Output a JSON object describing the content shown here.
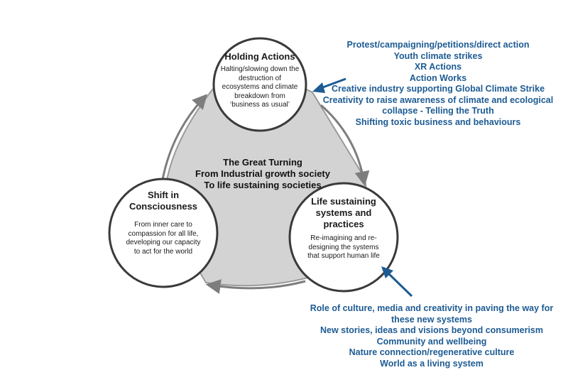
{
  "center": {
    "lines": [
      "The Great Turning",
      "From Industrial growth society",
      "To life sustaining societies"
    ]
  },
  "holding": {
    "title": "Holding Actions",
    "desc": [
      "Halting/slowing down the",
      "destruction of",
      "ecosystems and climate",
      "breakdown from",
      "‘business as usual’"
    ]
  },
  "shift": {
    "title": [
      "Shift in",
      "Consciousness"
    ],
    "desc": [
      "From inner care to",
      "compassion for all life,",
      "developing our capacity",
      "to act for the world"
    ]
  },
  "life": {
    "title": [
      "Life sustaining",
      "systems and",
      "practices"
    ],
    "desc": [
      "Re-imagining and re-",
      "designing the systems",
      "that support human life"
    ]
  },
  "holding_actions_list": [
    "Protest/campaigning/petitions/direct action",
    "Youth climate strikes",
    "XR Actions",
    "Action Works",
    "Creative industry supporting Global Climate Strike",
    "Creativity to raise awareness of climate and ecological",
    "collapse - Telling the Truth",
    "Shifting toxic business and behaviours"
  ],
  "life_systems_list": [
    "Role of culture, media and creativity in paving the way for",
    "these new systems",
    "New stories, ideas and visions beyond consumerism",
    "Community and wellbeing",
    "Nature connection/regenerative culture",
    "World as a living system"
  ],
  "colors": {
    "accent_blue": "#1d5b93",
    "triangle_fill": "#d3d3d3",
    "arrow_gray": "#7d7d7d",
    "circle_stroke": "#3a3a3a"
  }
}
